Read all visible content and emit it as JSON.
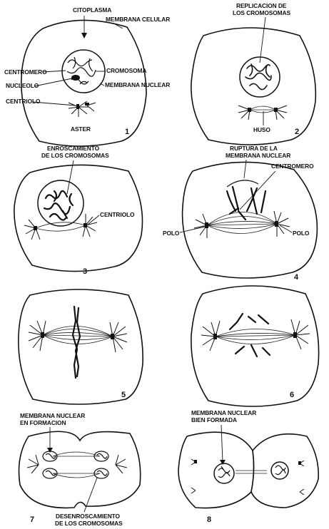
{
  "panel1": {
    "citoplasma": "CITOPLASMA",
    "membrana_celular": "MEMBRANA CELULAR",
    "centromero": "CENTROMERO",
    "cromosoma": "CROMOSOMA",
    "nucleolo": "NUCLEOLO",
    "membrana_nuclear": "MEMBRANA NUCLEAR",
    "centriolo": "CENTRIOLO",
    "aster": "ASTER",
    "number": "1"
  },
  "panel2": {
    "replicacion_1": "REPLICACION DE",
    "replicacion_2": "LOS CROMOSOMAS",
    "huso": "HUSO",
    "number": "2"
  },
  "panel3": {
    "enroscamiento_1": "ENROSCAMIENTO",
    "enroscamiento_2": "DE LOS CROMOSOMAS",
    "centriolo": "CENTRIOLO",
    "number": "3"
  },
  "panel4": {
    "ruptura_1": "RUPTURA DE LA",
    "ruptura_2": "MEMBRANA NUCLEAR",
    "centromero": "CENTROMERO",
    "polo_left": "POLO",
    "polo_right": "POLO",
    "number": "4"
  },
  "panel5": {
    "number": "5"
  },
  "panel6": {
    "number": "6"
  },
  "panel7": {
    "membrana_1": "MEMBRANA NUCLEAR",
    "membrana_2": "EN FORMACION",
    "desenroscamiento_1": "DESENROSCAMIENTO",
    "desenroscamiento_2": "DE LOS CROMOSOMAS",
    "number": "7"
  },
  "panel8": {
    "membrana_1": "MEMBRANA NUCLEAR",
    "membrana_2": "BIEN FORMADA",
    "number": "8"
  }
}
